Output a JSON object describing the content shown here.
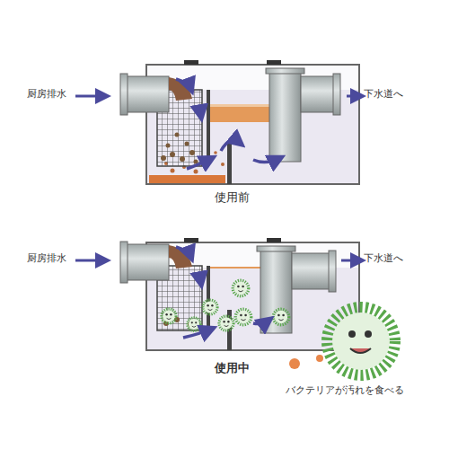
{
  "diagram": {
    "labels": [
      "厨房排水",
      "下水道へ",
      "使用前",
      "厨房排水",
      "下水道へ",
      "使用中",
      "バクテリアが汚れを食べる"
    ]
  }
}
